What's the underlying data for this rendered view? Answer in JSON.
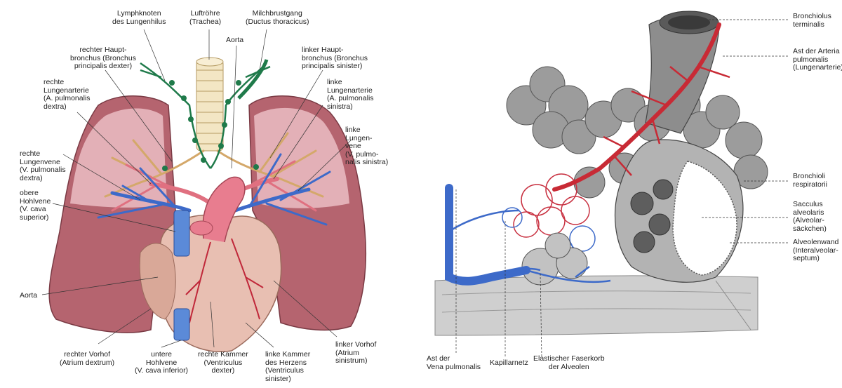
{
  "left_labels": {
    "lymph_nodes": "Lymphknoten\ndes Lungenhilus",
    "trachea": "Luftröhre\n(Trachea)",
    "thoracic_duct": "Milchbrustgang\n(Ductus thoracicus)",
    "aorta_top": "Aorta",
    "right_main_bronchus": "rechter Haupt-\nbronchus (Bronchus\nprincipalis dexter)",
    "left_main_bronchus": "linker Haupt-\nbronchus (Bronchus\nprincipalis sinister)",
    "right_pulmonary_artery": "rechte\nLungenarterie\n(A. pulmonalis\ndextra)",
    "left_pulmonary_artery": "linke\nLungenarterie\n(A. pulmonalis\nsinistra)",
    "left_pulmonary_vein": "linke\nLungen-\nvene\n(V. pulmo-\nnalis sinistra)",
    "right_pulmonary_vein": "rechte\nLungenvene\n(V. pulmonalis\ndextra)",
    "superior_vena_cava": "obere\nHohlvene\n(V. cava\nsuperior)",
    "aorta_side": "Aorta",
    "right_atrium": "rechter Vorhof\n(Atrium dextrum)",
    "inferior_vena_cava": "untere\nHohlvene\n(V. cava inferior)",
    "right_ventricle": "rechte Kammer\n(Ventriculus\ndexter)",
    "left_ventricle": "linke Kammer\ndes Herzens\n(Ventriculus\nsinister)",
    "left_atrium": "linker Vorhof\n(Atrium\nsinistrum)"
  },
  "right_labels": {
    "terminal_bronchiole": "Bronchiolus\nterminalis",
    "pulmonary_artery_branch": "Ast der Arteria\npulmonalis\n(Lungenarterie)",
    "respiratory_bronchioles": "Bronchioli\nrespiratorii",
    "alveolar_sac": "Sacculus\nalveolaris\n(Alveolar-\nsäckchen)",
    "alveolar_wall": "Alveolenwand\n(Interalveolar-\nseptum)",
    "pulmonary_vein_branch": "Ast der\nVena pulmonalis",
    "capillary_net": "Kapillarnetz",
    "elastic_fiber_basket": "Elastischer Faserkorb\nder Alveolen"
  },
  "colors": {
    "lung": "#b5646f",
    "lung_light": "#e8b8bf",
    "artery": "#d0323c",
    "vein": "#3d6ac9",
    "lymph": "#1f7a4a",
    "heart": "#e8bfb2",
    "tissue_gray": "#8d8d8d"
  }
}
